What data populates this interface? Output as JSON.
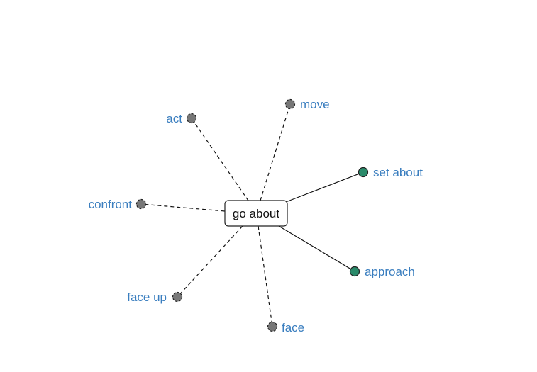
{
  "center": {
    "label": "go about"
  },
  "colors": {
    "related": "#2a8a6a",
    "other": "#777777",
    "label": "#3a7ebf"
  },
  "nodes": [
    {
      "id": "move",
      "label": "move",
      "kind": "other",
      "edge": "dashed"
    },
    {
      "id": "act",
      "label": "act",
      "kind": "other",
      "edge": "dashed"
    },
    {
      "id": "set-about",
      "label": "set about",
      "kind": "related",
      "edge": "solid"
    },
    {
      "id": "confront",
      "label": "confront",
      "kind": "other",
      "edge": "dashed"
    },
    {
      "id": "approach",
      "label": "approach",
      "kind": "related",
      "edge": "solid"
    },
    {
      "id": "face-up",
      "label": "face up",
      "kind": "other",
      "edge": "dashed"
    },
    {
      "id": "face",
      "label": "face",
      "kind": "other",
      "edge": "dashed"
    }
  ]
}
